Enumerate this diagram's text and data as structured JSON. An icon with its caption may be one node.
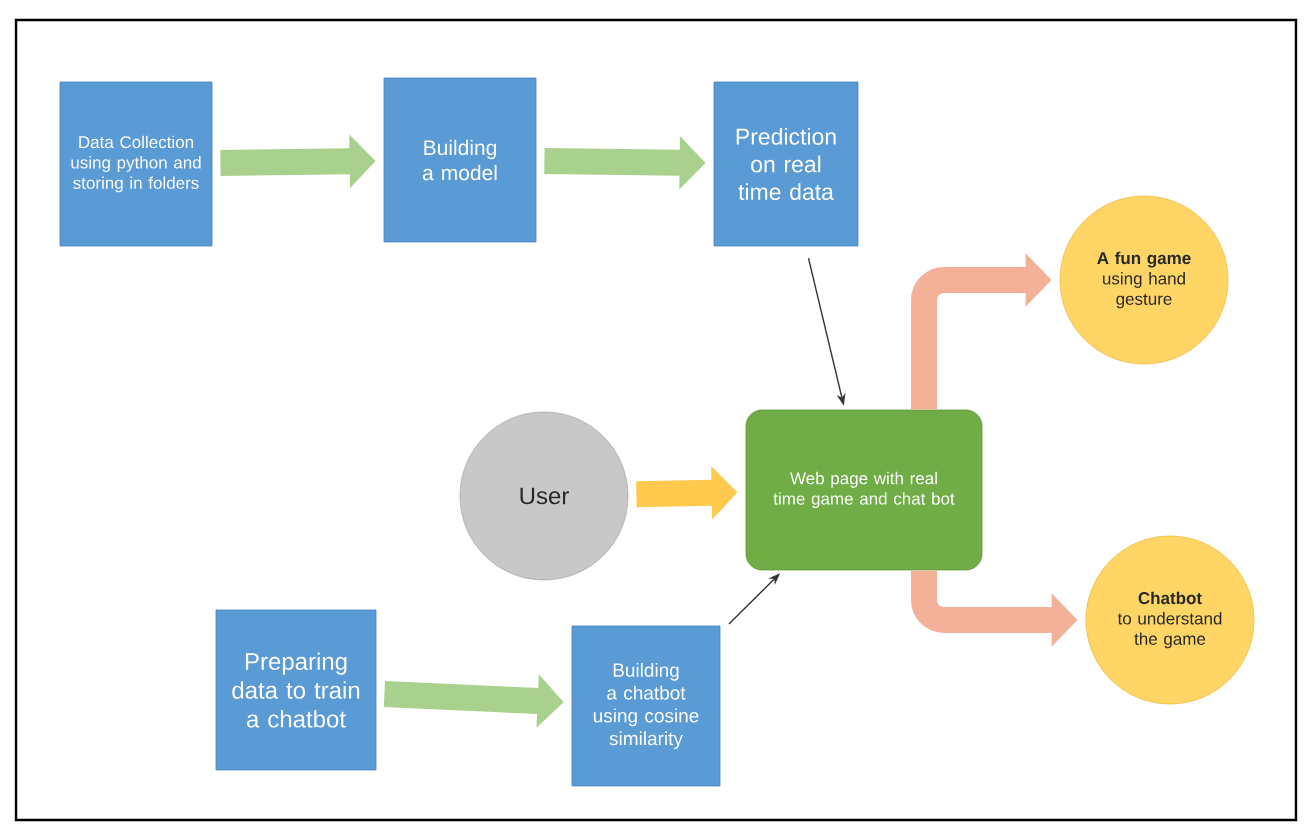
{
  "diagram": {
    "nodes": [
      {
        "text": [
          "Data Collection using python and storing in folders"
        ]
      },
      {
        "text": [
          "Building a model"
        ]
      },
      {
        "text": [
          "Prediction on real time data"
        ]
      },
      {
        "text": [
          "User"
        ]
      },
      {
        "text": [
          "Web page with real time game and chat bot"
        ]
      },
      {
        "text": [
          "A fun game",
          "using hand gesture"
        ]
      },
      {
        "text": [
          "Chatbot",
          "to understand the game"
        ]
      },
      {
        "text": [
          "Preparing data to train a chatbot"
        ]
      },
      {
        "text": [
          "Building a chatbot using cosine similarity"
        ]
      }
    ],
    "edges": [
      {
        "from": 0,
        "to": 1,
        "arrow": "to",
        "color": "#a9d18e"
      },
      {
        "from": 1,
        "to": 2,
        "arrow": "to",
        "color": "#a9d18e"
      },
      {
        "from": 2,
        "to": 4,
        "arrow": "to",
        "color": "#333333"
      },
      {
        "from": 3,
        "to": 4,
        "arrow": "to",
        "color": "#ffc94d"
      },
      {
        "from": 4,
        "to": 5,
        "arrow": "to",
        "color": "#f4b19a"
      },
      {
        "from": 4,
        "to": 6,
        "arrow": "to",
        "color": "#f4b19a"
      },
      {
        "from": 7,
        "to": 8,
        "arrow": "to",
        "color": "#a9d18e"
      },
      {
        "from": 8,
        "to": 4,
        "arrow": "to",
        "color": "#333333"
      }
    ]
  }
}
